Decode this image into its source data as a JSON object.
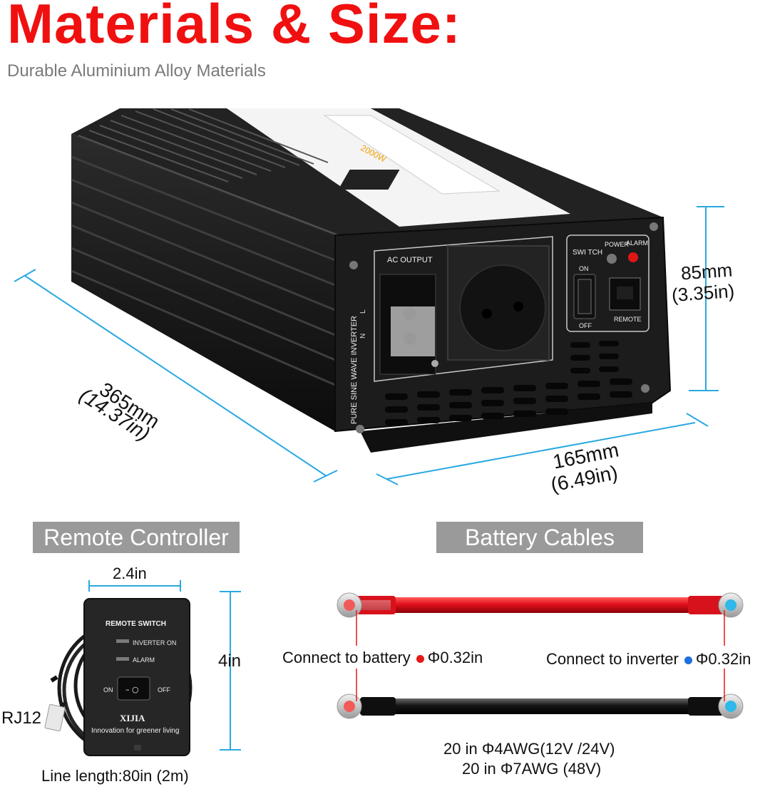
{
  "header": {
    "title": "Materials & Size:",
    "subtitle": "Durable Aluminium Alloy Materials"
  },
  "inverter": {
    "panel_labels": {
      "ac_output": "AC OUTPUT",
      "switch": "SWI TCH",
      "power": "POWER",
      "alarm": "ALARM",
      "on": "ON",
      "off": "OFF",
      "remote": "REMOTE",
      "side_text": "PURE  SINE WAVE INVERTER",
      "l": "L",
      "n": "N"
    },
    "dimensions": {
      "height_mm": "85mm",
      "height_in": "(3.35in)",
      "length_mm": "365mm",
      "length_in": "(14.37in)",
      "width_mm": "165mm",
      "width_in": "(6.49in)"
    }
  },
  "remote_section": {
    "label": "Remote Controller",
    "width": "2.4in",
    "height": "4in",
    "connector": "RJ12",
    "line_length": "Line length:80in (2m)",
    "device": {
      "title": "REMOTE SWITCH",
      "inverter_on": "INVERTER ON",
      "alarm": "ALARM",
      "on": "ON",
      "off": "OFF",
      "brand": "XIJIA",
      "slogan": "Innovation for greener living"
    }
  },
  "cables_section": {
    "label": "Battery Cables",
    "connect_battery": "Connect to battery",
    "battery_diameter": "Φ0.32in",
    "connect_inverter": "Connect to inverter",
    "inverter_diameter": "Φ0.32in",
    "spec_line1": "20 in Φ4AWG(12V /24V)",
    "spec_line2": "20 in Φ7AWG (48V)"
  },
  "colors": {
    "title_red": "#f01010",
    "dimension_blue": "#29a9e0",
    "battery_dot": "#e81818",
    "inverter_dot": "#1e6fe0",
    "label_gray": "#9a9a9a",
    "cable_red": "#e0101c",
    "cable_black": "#111111"
  }
}
